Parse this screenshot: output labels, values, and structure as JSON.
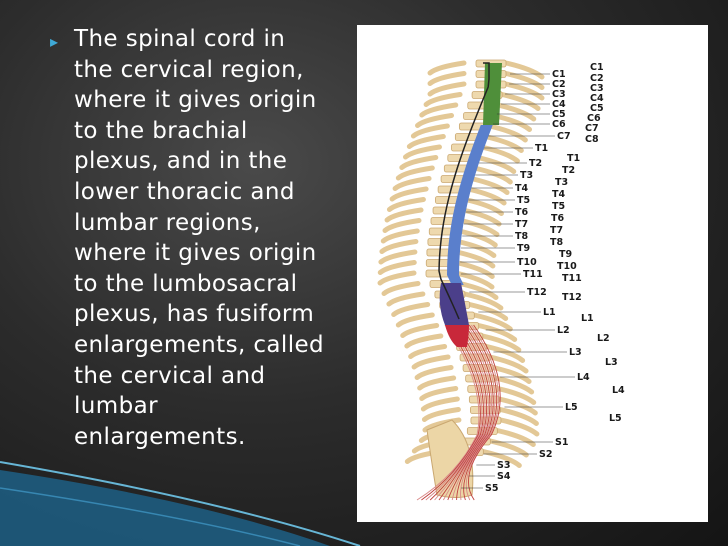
{
  "slide": {
    "bullet_text": "The spinal cord in\nthe cervical region,\nwhere it gives origin\nto the brachial\nplexus, and in the\nlower thoracic and\nlumbar regions,\nwhere it gives origin\nto the lumbosacral\nplexus, has fusiform\nenlargements, called\nthe cervical and\nlumbar\nenlargements.",
    "bullet_glyph": "▸",
    "accent_color": "#3fa9d6"
  },
  "figure": {
    "labels_left": [
      "C1",
      "C2",
      "C3",
      "C4",
      "C5",
      "C6",
      "C7",
      "T1",
      "T2",
      "T3",
      "T4",
      "T5",
      "T6",
      "T7",
      "T8",
      "T9",
      "T10",
      "T11",
      "T12",
      "L1",
      "L2",
      "L3",
      "L4",
      "L5",
      "S1",
      "S2",
      "S3",
      "S4",
      "S5"
    ],
    "labels_right": [
      "C1",
      "C2",
      "C3",
      "C4",
      "C5",
      "C6",
      "C7",
      "C8",
      "T1",
      "T2",
      "T3",
      "T4",
      "T5",
      "T6",
      "T7",
      "T8",
      "T9",
      "T10",
      "T11",
      "T12",
      "L1",
      "L2",
      "L3",
      "L4",
      "L5"
    ]
  }
}
